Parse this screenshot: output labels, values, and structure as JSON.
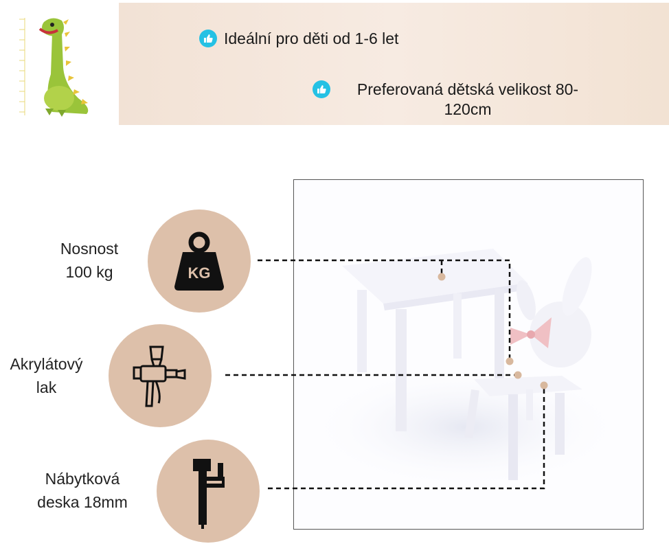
{
  "banner": {
    "features": [
      {
        "text": "Ideální pro děti od 1-6 let",
        "icon": "thumbs-up-icon"
      },
      {
        "text": "Preferovaná dětská velikost 80-120cm",
        "icon": "thumbs-up-icon"
      }
    ],
    "decoration": "dinosaur-height-chart"
  },
  "specs": [
    {
      "label": "Nosnost 100 kg",
      "icon": "weight-kg-icon",
      "icon_text": "KG"
    },
    {
      "label": "Akrylátový lak",
      "icon": "spray-gun-icon"
    },
    {
      "label": "Nábytková deska 18mm",
      "icon": "caliper-icon"
    }
  ],
  "colors": {
    "banner_bg": "#f4e6da",
    "circle_bg": "#ddc0aa",
    "thumb_icon": "#25c1e4",
    "marker_dot": "#d8b89e"
  }
}
